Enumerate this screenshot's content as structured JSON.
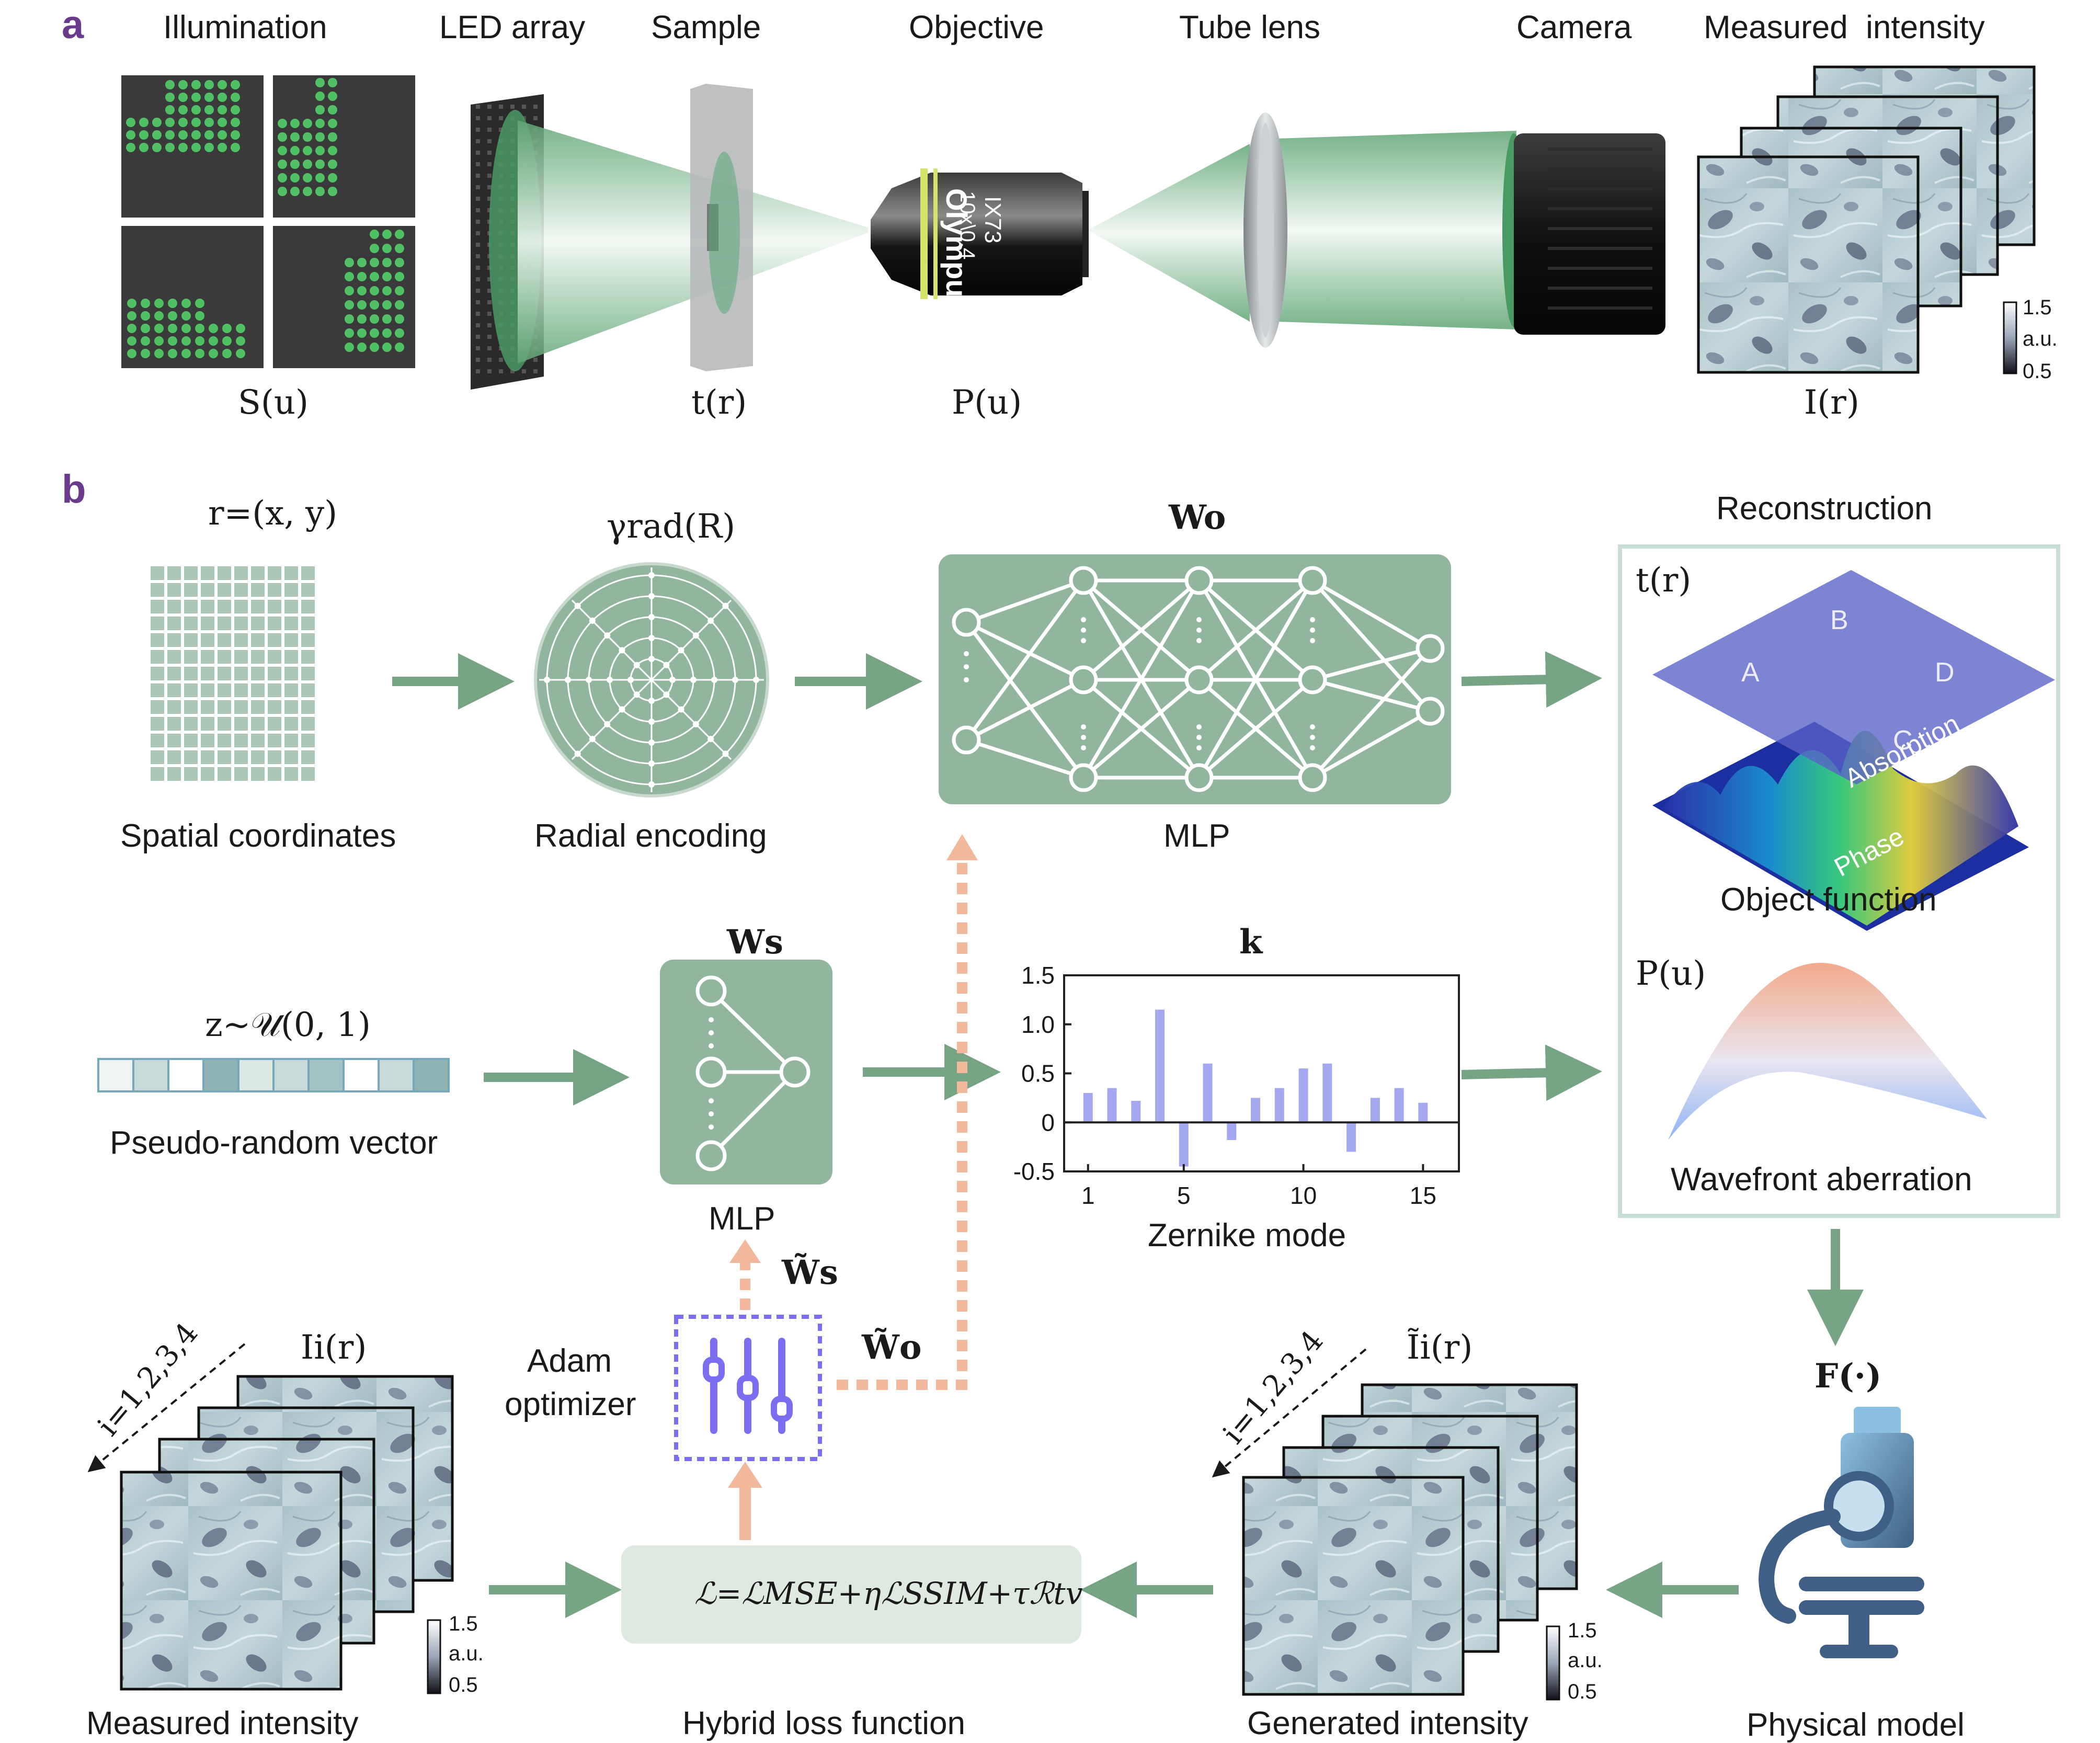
{
  "panel_a": {
    "label": "a",
    "components": {
      "illumination": "Illumination",
      "led_array": "LED array",
      "sample": "Sample",
      "objective": "Objective",
      "tube_lens": "Tube lens",
      "camera": "Camera",
      "measured_intensity": "Measured  intensity"
    },
    "symbols": {
      "illumination": "S(u)",
      "sample": "t(r)",
      "objective": "P(u)",
      "measured": "I(r)"
    },
    "objective_text": [
      "Olympus",
      "IX73",
      "10x\\0.4"
    ],
    "colorbar": {
      "max": "1.5",
      "unit": "a.u.",
      "min": "0.5"
    }
  },
  "panel_b": {
    "label": "b",
    "coords_title": "r=(x, y)",
    "coords_caption": "Spatial coordinates",
    "encoding_title": "γrad(R)",
    "encoding_caption": "Radial encoding",
    "mlp_object_title": "Wo",
    "mlp_object_caption": "MLP",
    "reconstruction_title": "Reconstruction",
    "object_symbol": "t(r)",
    "object_caption": "Object function",
    "surface_letters": [
      "A",
      "B",
      "C",
      "D"
    ],
    "absorption_label": "Absorption",
    "phase_label": "Phase",
    "pupil_symbol": "P(u)",
    "pupil_caption": "Wavefront aberration",
    "latent_title": "z~𝒰(0, 1)",
    "latent_caption": "Pseudo-random vector",
    "mlp_system_title": "Ws",
    "mlp_system_caption": "MLP",
    "zernike_title": "k",
    "zernike_caption": "Zernike mode",
    "physical_symbol": "F(·)",
    "physical_caption": "Physical model",
    "optimizer_caption": [
      "Adam",
      "optimizer"
    ],
    "update_s": "W̃s",
    "update_o": "W̃o",
    "measured_symbol": "Ii(r)",
    "measured_index": "i=1,2,3,4",
    "measured_caption": "Measured intensity",
    "generated_symbol": "Ĩi(r)",
    "generated_index": "i=1,2,3,4",
    "generated_caption": "Generated intensity",
    "loss_formula": "ℒ=ℒMSE+ηℒSSIM+τℛtv",
    "loss_caption": "Hybrid loss function",
    "colorbar": {
      "max": "1.5",
      "unit": "a.u.",
      "min": "0.5"
    }
  },
  "chart_data": {
    "type": "bar",
    "title": "k",
    "xlabel": "Zernike mode",
    "ylabel": "",
    "x": [
      1,
      2,
      3,
      4,
      5,
      6,
      7,
      8,
      9,
      10,
      11,
      12,
      13,
      14,
      15
    ],
    "values": [
      0.3,
      0.35,
      0.22,
      1.15,
      -0.45,
      0.6,
      -0.18,
      0.25,
      0.35,
      0.55,
      0.6,
      -0.3,
      0.25,
      0.35,
      0.2
    ],
    "xticks": [
      "1",
      "5",
      "10",
      "15"
    ],
    "yticks": [
      "1.5",
      "1.0",
      "0.5",
      "0",
      "-0.5"
    ],
    "xlim": [
      0,
      16.5
    ],
    "ylim": [
      -0.5,
      1.5
    ],
    "bar_color": "#a3a8f0"
  },
  "colors": {
    "accent_green": "#78a486",
    "mlp_fill": "#92b59d",
    "arrow_orange": "#f2b89c",
    "optimizer_purple": "#7b6ef0",
    "panel_label": "#6a3a8c",
    "led_green": "#4fc164"
  }
}
